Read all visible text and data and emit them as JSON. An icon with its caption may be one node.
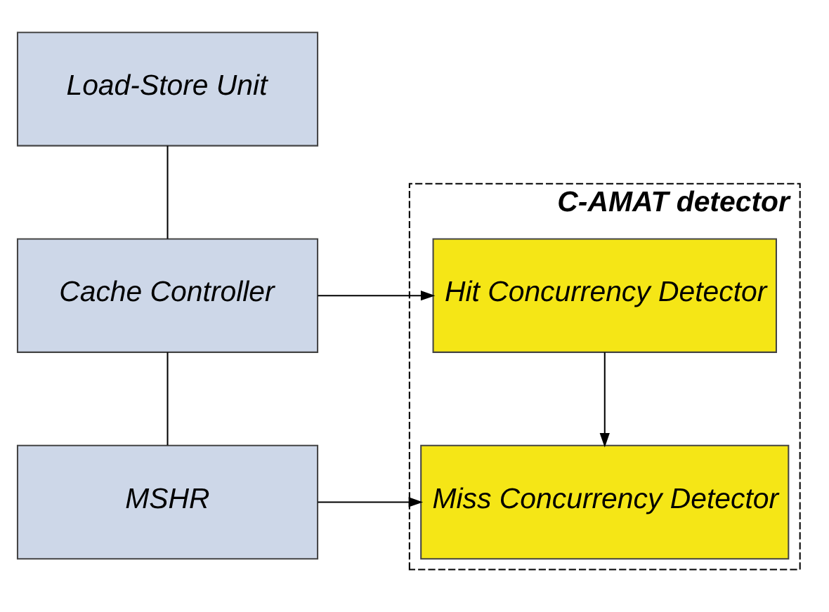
{
  "diagram": {
    "nodes": [
      {
        "text": [
          "Load-Store Unit"
        ]
      },
      {
        "text": [
          "Cache Controller"
        ]
      },
      {
        "text": [
          "MSHR"
        ]
      },
      {
        "text": [
          "C-AMAT detector"
        ]
      },
      {
        "text": [
          "Hit Concurrency Detector"
        ],
        "in": 3
      },
      {
        "text": [
          "Miss Concurrency Detector"
        ],
        "in": 3
      }
    ],
    "edges": [
      {
        "from": 0,
        "to": 1,
        "arrow": "none"
      },
      {
        "from": 1,
        "to": 2,
        "arrow": "none"
      },
      {
        "from": 1,
        "to": 4,
        "arrow": "to"
      },
      {
        "from": 4,
        "to": 5,
        "arrow": "to"
      },
      {
        "from": 2,
        "to": 5,
        "arrow": "to"
      }
    ]
  }
}
